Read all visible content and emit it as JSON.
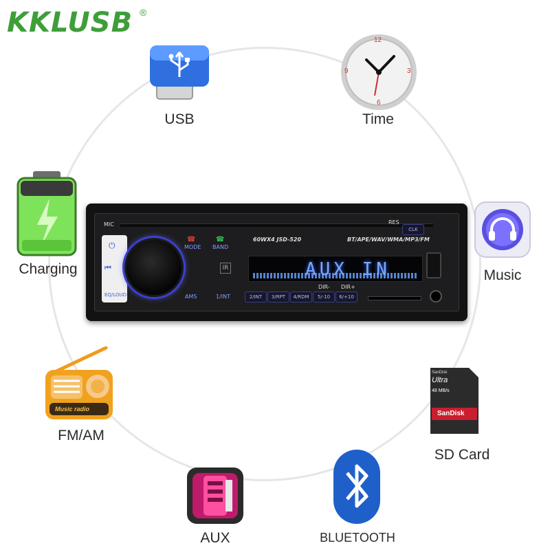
{
  "brand": {
    "name": "KKLUSB",
    "registered": "®"
  },
  "features": {
    "usb": "USB",
    "time": "Time",
    "charging": "Charging",
    "music": "Music",
    "fmam": "FM/AM",
    "sdcard": "SD Card",
    "aux": "AUX",
    "bluetooth": "BLUETOOTH"
  },
  "radio": {
    "mic": "MIC",
    "res": "RES",
    "clk": "CLK",
    "model": "60WX4  JSD-520",
    "formats": "BT/APE/WAV/WMA/MP3/FM",
    "mode": "MODE",
    "band": "BAND",
    "eq_loud": "EQ/LOUD",
    "ams": "AMS",
    "preset_1": "1/INT",
    "display": "AUX IN",
    "presets": [
      "2/INT",
      "3/RPT",
      "4/RDM",
      "5/-10",
      "6/+10"
    ],
    "dir_minus": "DIR-",
    "dir_plus": "DIR+"
  },
  "radio_badge": {
    "text": "Music radio"
  },
  "sd": {
    "brand_small": "SanDisk",
    "line": "Ultra",
    "speed": "48 MB/s",
    "logo": "SanDisk"
  },
  "clock": {
    "n12": "12",
    "n3": "3",
    "n6": "6",
    "n9": "9"
  },
  "colors": {
    "brand_green": "#3f9e3a",
    "ring": "#e6e6e6",
    "display_blue": "#79a9ff",
    "knob_ring": "#3c3fd0"
  }
}
